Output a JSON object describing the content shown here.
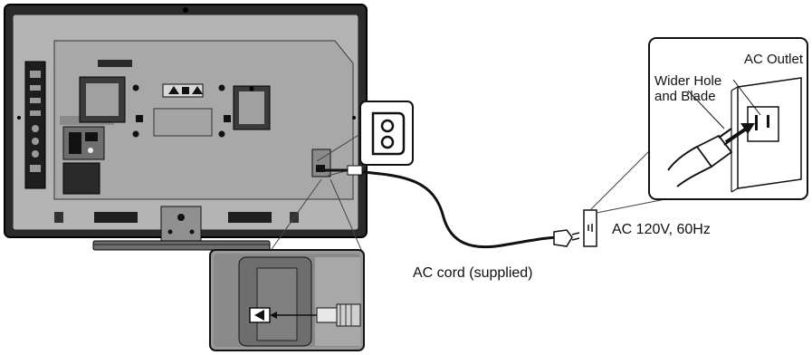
{
  "labels": {
    "ac_outlet": "AC Outlet",
    "wider_hole_line1": "Wider Hole",
    "wider_hole_line2": "and Blade",
    "voltage": "AC 120V, 60Hz",
    "cord": "AC cord (supplied)"
  },
  "colors": {
    "stroke": "#111111",
    "tv_back": "#b4b4b4",
    "tv_frame": "#2a2a2a",
    "panel_dark": "#1e1e1e",
    "panel_mid": "#6e6e6e",
    "inset_bg": "#9a9a9a",
    "callout_line": "#444444"
  },
  "icons": [
    "power-inlet-icon",
    "outlet-icon",
    "plug-icon",
    "arrow-icon",
    "warning-label-icon"
  ]
}
